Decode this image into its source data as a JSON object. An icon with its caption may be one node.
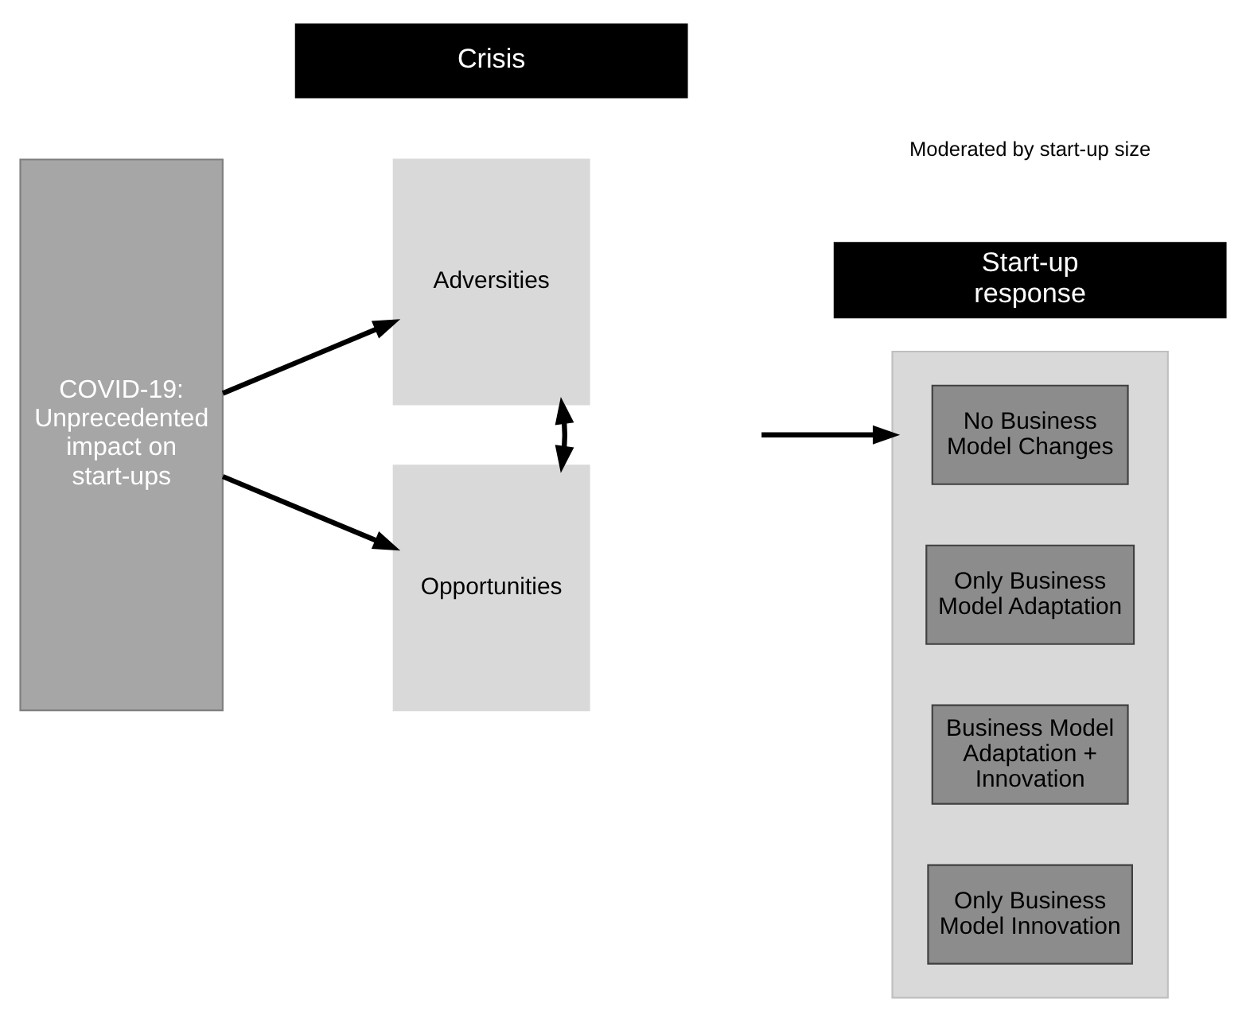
{
  "diagram": {
    "nodes": [
      {
        "text": [
          "Crisis"
        ]
      },
      {
        "text": [
          "Start-up response"
        ]
      },
      {
        "text": [
          "COVID-19:",
          "Unprecedented impact on start-ups"
        ]
      },
      {
        "text": [
          "Adversities"
        ]
      },
      {
        "text": [
          "Opportunities"
        ]
      },
      {
        "text": [],
        "shape": "box"
      },
      {
        "text": [
          "No Business Model Changes"
        ],
        "in": 5
      },
      {
        "text": [
          "Only Business Model Adaptation"
        ],
        "in": 5
      },
      {
        "text": [
          "Business Model Adaptation + Innovation"
        ],
        "in": 5
      },
      {
        "text": [
          "Only Business Model Innovation"
        ],
        "in": 5
      }
    ],
    "edges": [
      {
        "from": 2,
        "to": 3,
        "arrow": "to"
      },
      {
        "from": 2,
        "to": 4,
        "arrow": "to"
      },
      {
        "from": 3,
        "to": 4,
        "arrow": "both"
      },
      {
        "from": null,
        "to": 5,
        "arrow": "to"
      }
    ],
    "labels": [
      "Moderated by start-up size"
    ]
  }
}
